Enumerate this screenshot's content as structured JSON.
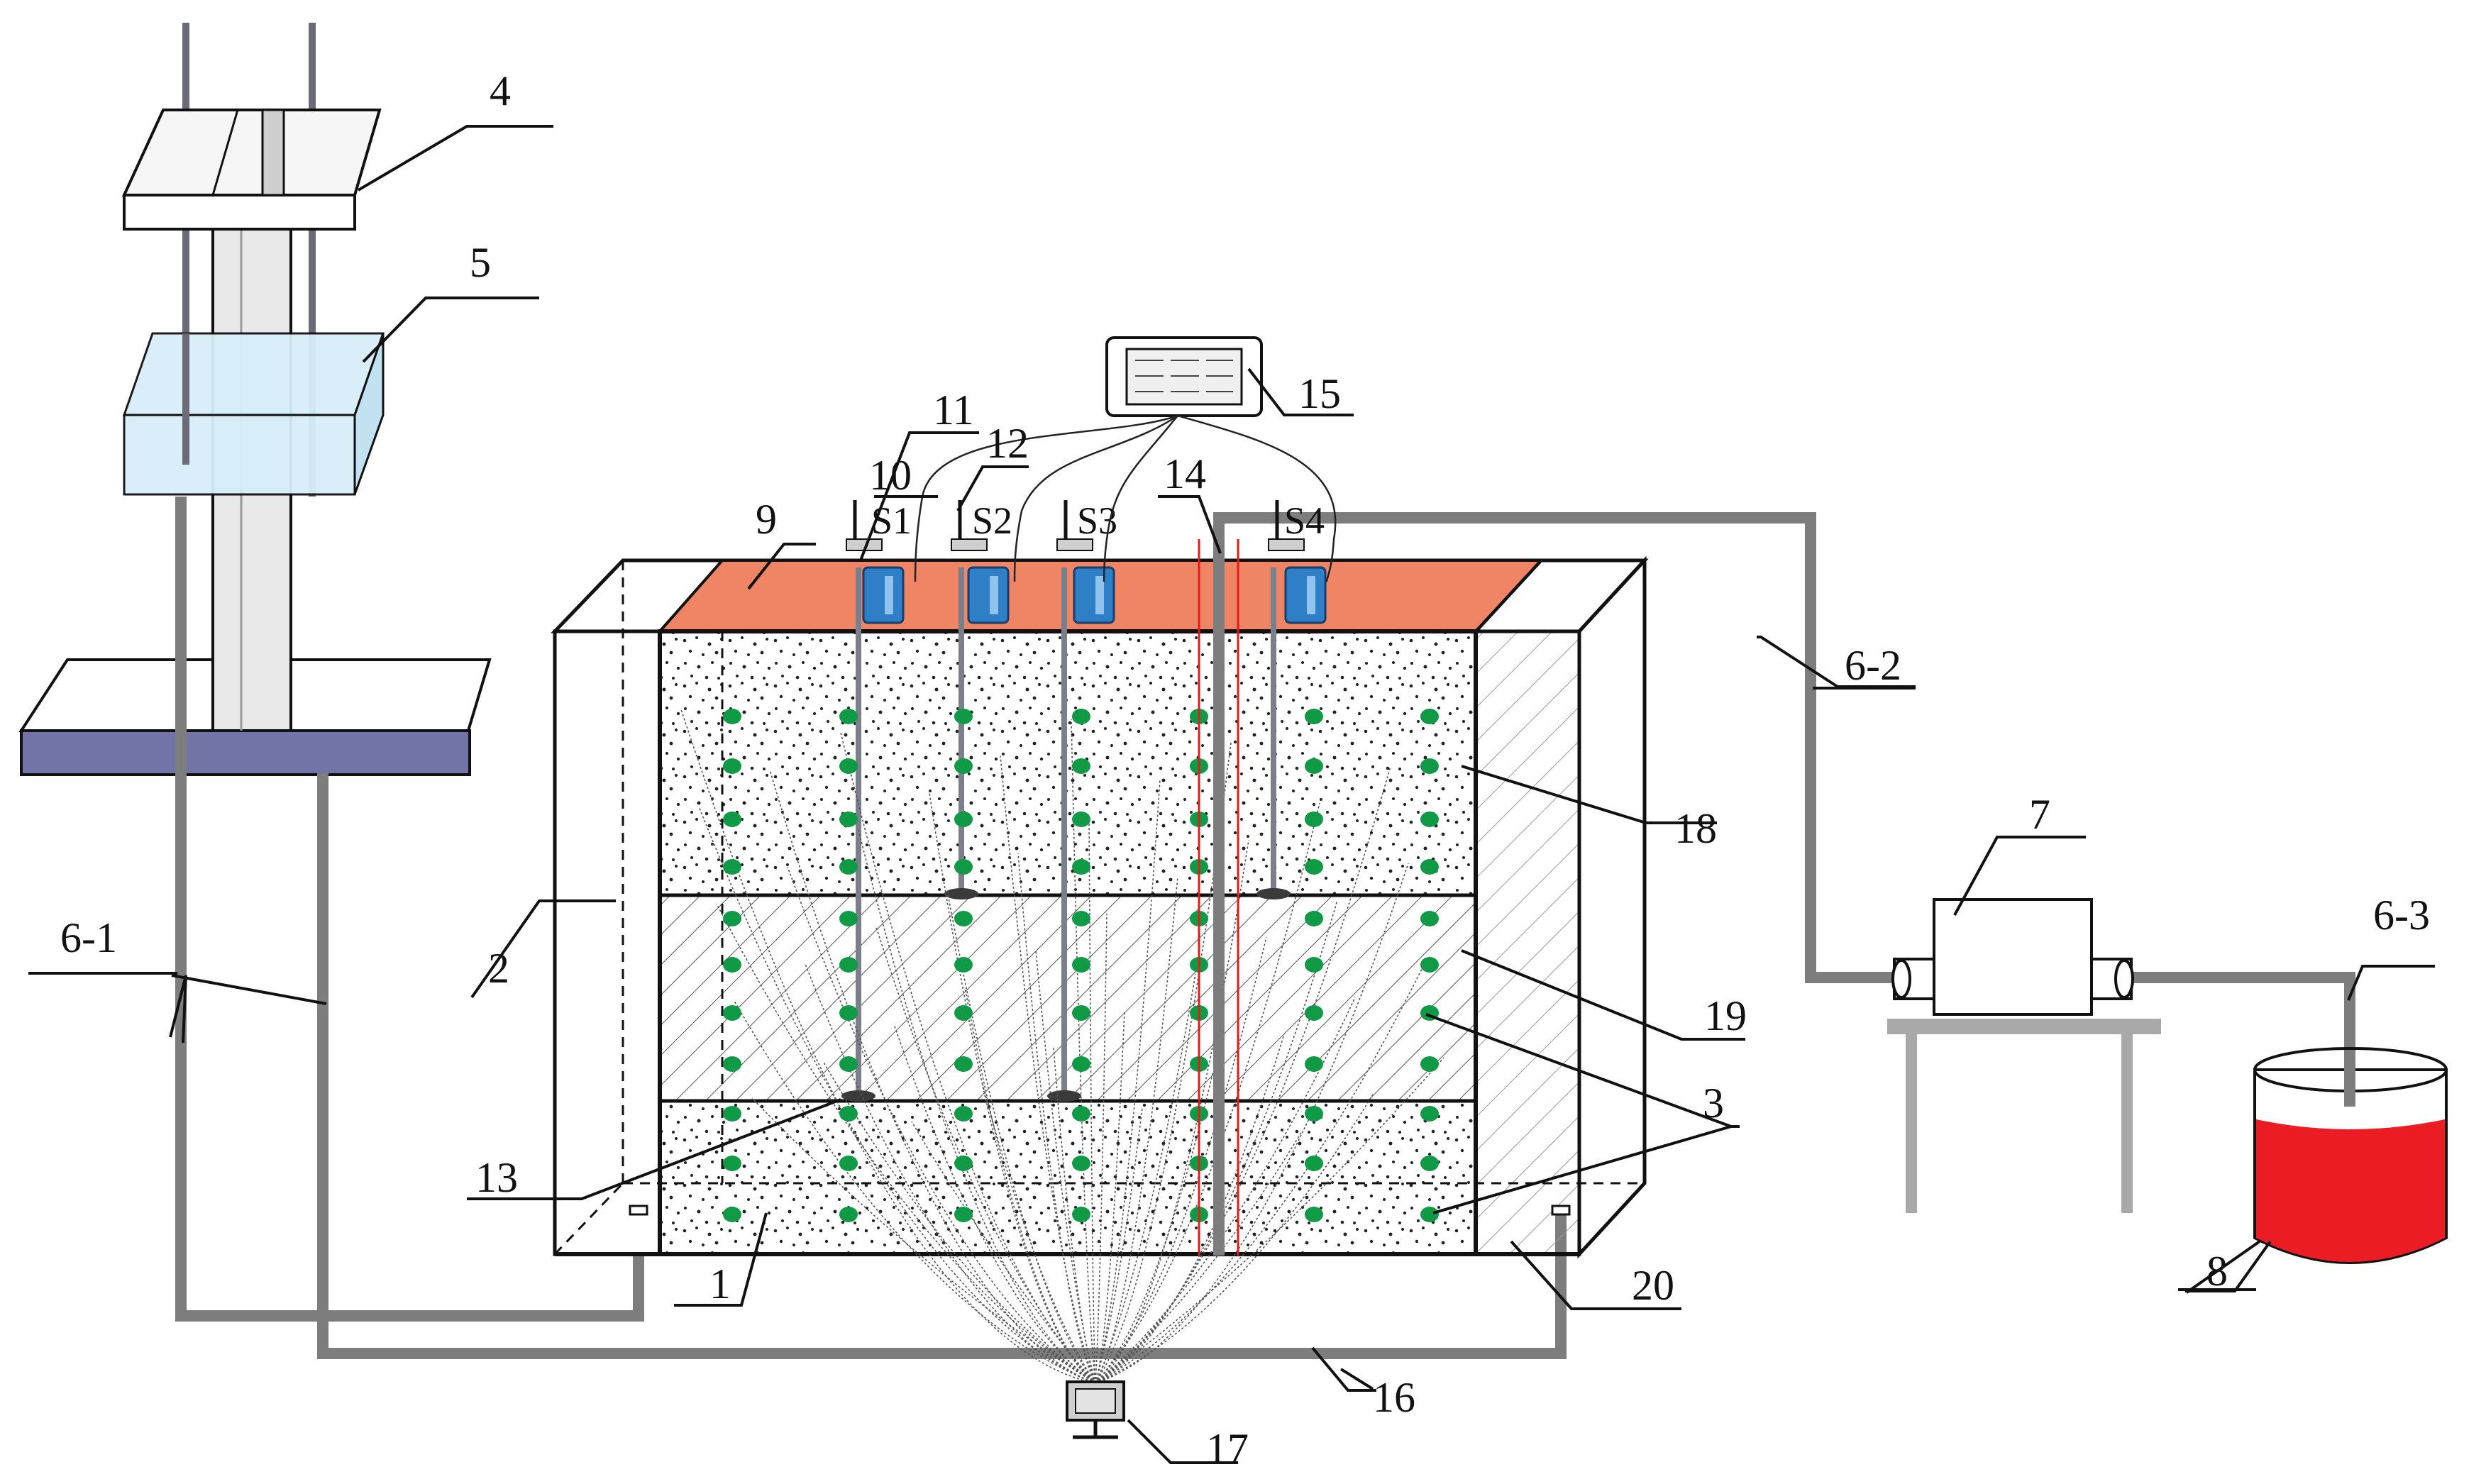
{
  "figure": {
    "callouts": [
      "1",
      "2",
      "3",
      "4",
      "5",
      "6-1",
      "6-2",
      "6-3",
      "7",
      "8",
      "9",
      "10",
      "11",
      "12",
      "13",
      "14",
      "15",
      "16",
      "17",
      "18",
      "19",
      "20"
    ],
    "sensors": [
      "S1",
      "S2",
      "S3",
      "S4"
    ]
  },
  "colors": {
    "pipe": "#7d7d7d",
    "cover_plate": "#f08566",
    "green_marker": "#109a45",
    "sensor_blue": "#2f7fc6",
    "red_liquid": "#ec1c24",
    "base_plate": "#7274a8",
    "light_blue_tank": "#d7eef8"
  }
}
